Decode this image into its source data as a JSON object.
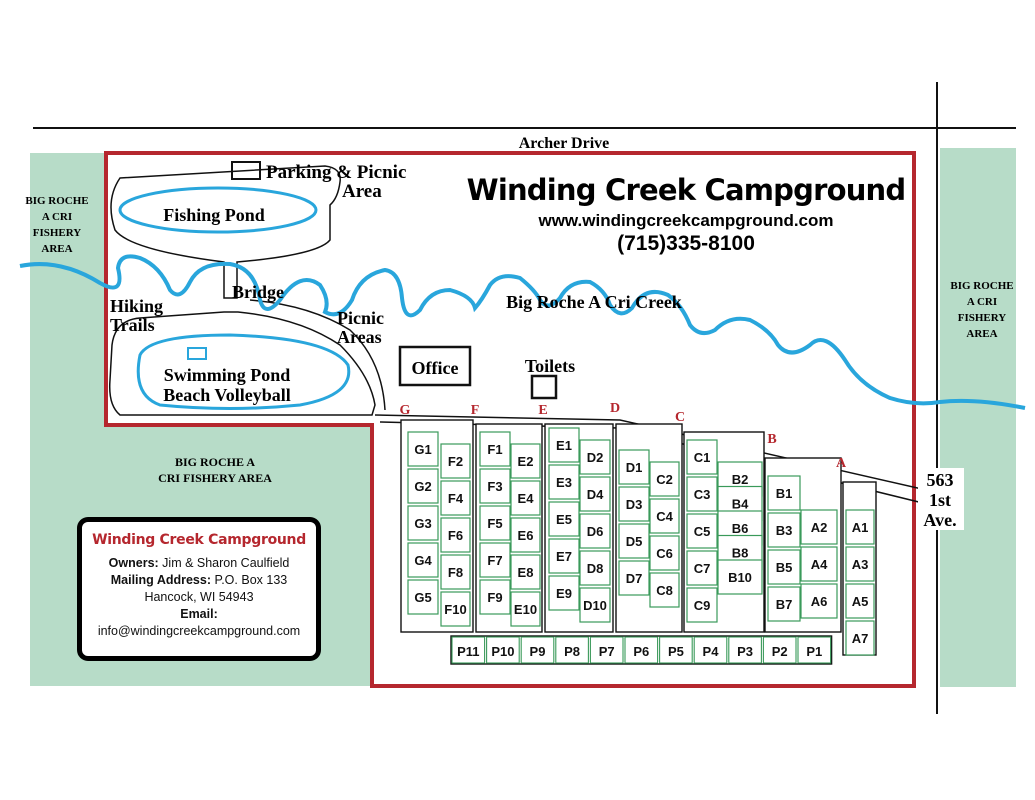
{
  "roads": {
    "archer_drive": "Archer Drive",
    "first_ave": [
      "563",
      "1st",
      "Ave."
    ]
  },
  "fishery_areas": {
    "left": [
      "BIG ROCHE",
      "A CRI",
      "FISHERY",
      "AREA"
    ],
    "right": [
      "BIG ROCHE",
      "A CRI",
      "FISHERY",
      "AREA"
    ],
    "bottom": [
      "BIG ROCHE A",
      "CRI FISHERY AREA"
    ]
  },
  "header": {
    "title": "Winding Creek Campground",
    "website": "www.windingcreekcampground.com",
    "phone": "(715)335-8100"
  },
  "features": {
    "parking": [
      "Parking & Picnic",
      "Area"
    ],
    "fishing_pond": "Fishing Pond",
    "bridge": "Bridge",
    "hiking_trails": [
      "Hiking",
      "Trails"
    ],
    "picnic_areas": [
      "Picnic",
      "Areas"
    ],
    "creek": "Big Roche A Cri Creek",
    "swimming_pond": [
      "Swimming Pond",
      "Beach Volleyball"
    ],
    "office": "Office",
    "toilets": "Toilets"
  },
  "lot_letters": [
    "G",
    "F",
    "E",
    "D",
    "C",
    "B",
    "A"
  ],
  "sites": {
    "G": [
      "G1",
      "G2",
      "G3",
      "G4",
      "G5"
    ],
    "F_even": [
      "F2",
      "F4",
      "F6",
      "F8",
      "F10"
    ],
    "F_odd": [
      "F1",
      "F3",
      "F5",
      "F7",
      "F9"
    ],
    "E_even": [
      "E2",
      "E4",
      "E6",
      "E8",
      "E10"
    ],
    "E_odd": [
      "E1",
      "E3",
      "E5",
      "E7",
      "E9"
    ],
    "D_even": [
      "D2",
      "D4",
      "D6",
      "D8",
      "D10"
    ],
    "D_odd": [
      "D1",
      "D3",
      "D5",
      "D7"
    ],
    "C_even": [
      "C2",
      "C4",
      "C6",
      "C8"
    ],
    "C_odd": [
      "C1",
      "C3",
      "C5",
      "C7",
      "C9"
    ],
    "B_even": [
      "B2",
      "B4",
      "B6",
      "B8",
      "B10"
    ],
    "B_odd": [
      "B1",
      "B3",
      "B5",
      "B7"
    ],
    "A_even": [
      "A2",
      "A4",
      "A6"
    ],
    "A_odd": [
      "A1",
      "A3",
      "A5",
      "A7"
    ],
    "P": [
      "P11",
      "P10",
      "P9",
      "P8",
      "P7",
      "P6",
      "P5",
      "P4",
      "P3",
      "P2",
      "P1"
    ]
  },
  "info": {
    "title": "Winding Creek Campground",
    "owners_label": "Owners:",
    "owners": "Jim & Sharon Caulfield",
    "mailing_label": "Mailing Address:",
    "mailing": "P.O. Box 133",
    "city": "Hancock, WI 54943",
    "email_label": "Email:",
    "email": "info@windingcreekcampground.com"
  },
  "colors": {
    "boundary": "#b5272e",
    "water": "#29a6dc",
    "fishery": "#b7dcc8",
    "site_border": "#3a9a5a",
    "lot_letter": "#b5272e"
  }
}
